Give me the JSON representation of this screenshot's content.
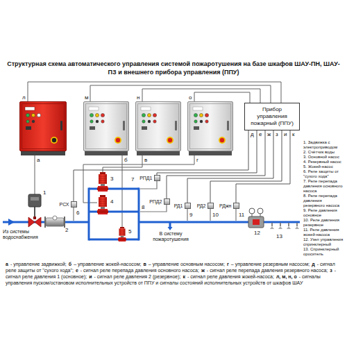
{
  "diagram": {
    "title": "Структурная схема автоматического управления системой пожаротушения на базе шкафов ШАУ-ПН, ШАУ-ПЗ и внешнего прибора управления (ППУ)",
    "nodes": [
      {
        "text": [
          "Прибор управления пожарный (ППУ)"
        ]
      },
      {
        "text": [
          "РСХ"
        ]
      },
      {
        "text": [
          "РПД1"
        ]
      },
      {
        "text": [
          "РПД2"
        ]
      },
      {
        "text": [
          "РД1"
        ]
      },
      {
        "text": [
          "РД2"
        ]
      },
      {
        "text": [
          "РДжн"
        ]
      }
    ],
    "edges": [
      {
        "from": 0,
        "to": 1,
        "label": "д",
        "arrow": "none"
      },
      {
        "from": 0,
        "to": 2,
        "label": "е",
        "arrow": "none"
      },
      {
        "from": 0,
        "to": 3,
        "label": "ж",
        "arrow": "none"
      },
      {
        "from": 0,
        "to": 4,
        "label": "з",
        "arrow": "none"
      },
      {
        "from": 0,
        "to": 5,
        "label": "и",
        "arrow": "none"
      },
      {
        "from": 0,
        "to": 6,
        "label": "к",
        "arrow": "none"
      }
    ],
    "labels": [
      "л",
      "м",
      "н",
      "о",
      "а",
      "б",
      "в",
      "г",
      "1",
      "2",
      "3",
      "4",
      "5",
      "6",
      "7",
      "8",
      "9",
      "10",
      "11",
      "12",
      "13",
      "Из системы водоснабжения",
      "В систему пожаротушения",
      "1. Задвижка с электроприводом",
      "2. Счётчик воды",
      "3. Основной насос",
      "4. Резервный насос",
      "5. Жокей-насос",
      "6. Реле защиты от \"сухого хода\"",
      "7. Реле перепада давления основного насоса",
      "8. Реле перепада давления резервного насоса",
      "9. Реле давления основное",
      "10. Реле давления резервное",
      "11. Реле давления жокей-насоса",
      "12. Узел управления спринклерный",
      "13. Спринклерный ороситель",
      "а",
      "- управление задвижкой;",
      "б",
      "– управление жокей-насосом;",
      "в",
      "– управление основным насосом;",
      "г",
      "– управление резервным насосом;",
      "д",
      "- сигнал реле защиты от \"сухого хода\";",
      "е",
      "- сигнал реле перепада давления основного насоса;",
      "ж",
      "- сигнал реле перепада давления резервного насоса;",
      "з",
      "- сигнал реле давления 1 (основное);",
      "и",
      "- сигнал реле давления 2 (резервное);",
      "к",
      "- сигнал реле давления жокей-насоса;",
      "л, м, н, о",
      "- сигналы управления пуском/остановом исполнительных устройств от ППУ и сигналы состояний исполнительных устройств от шкафов ШАУ"
    ]
  }
}
